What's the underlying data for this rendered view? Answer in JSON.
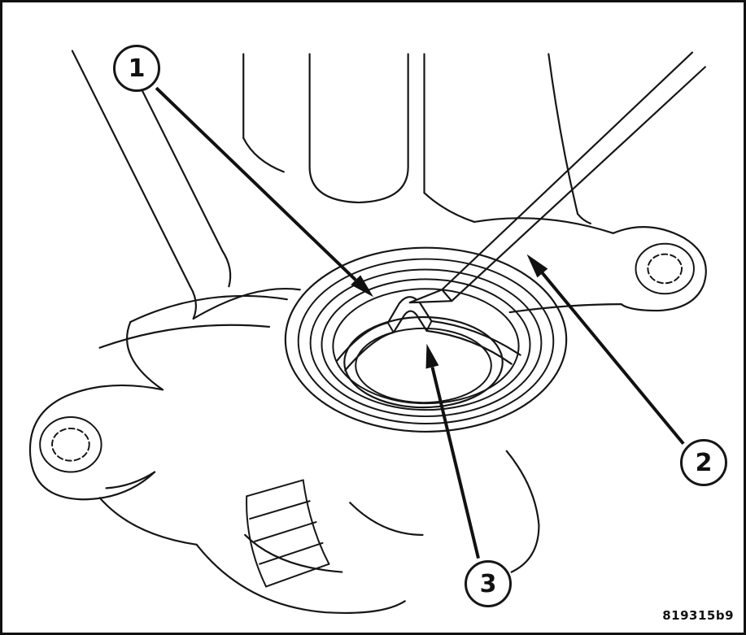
{
  "figure": {
    "code": "819315b9"
  },
  "callouts": [
    {
      "label": "1"
    },
    {
      "label": "2"
    },
    {
      "label": "3"
    }
  ],
  "colors": {
    "line": "#161616",
    "background": "#ffffff"
  }
}
